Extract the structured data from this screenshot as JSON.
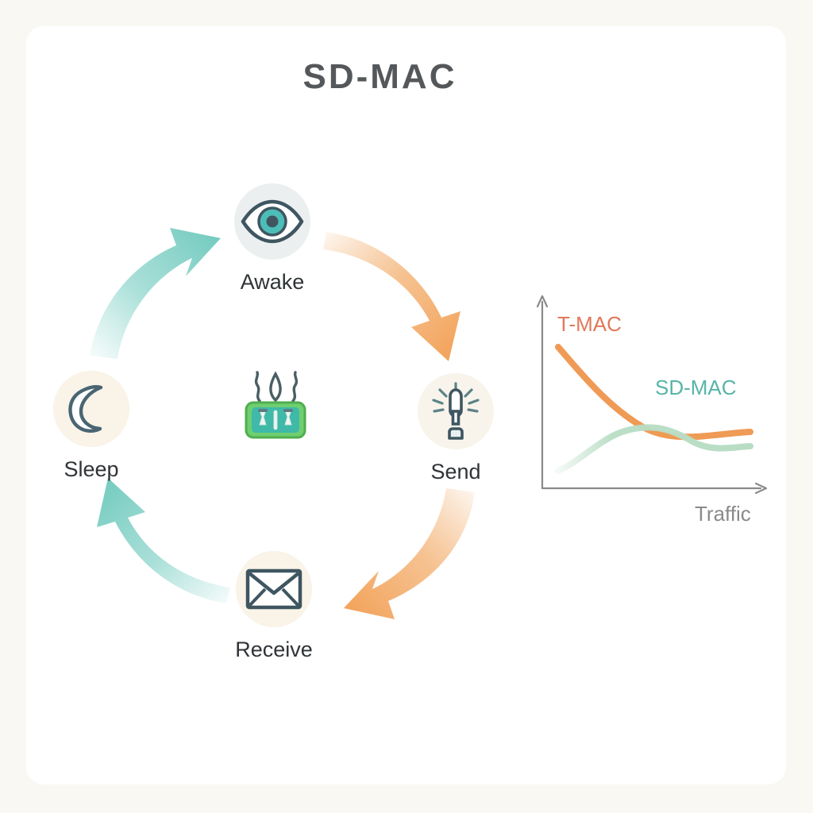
{
  "page": {
    "title": "SD-MAC",
    "background_color": "#faf8f3",
    "card_color": "#ffffff",
    "title_color": "#55585a"
  },
  "cycle": {
    "nodes": [
      {
        "id": "awake",
        "label": "Awake",
        "icon": "eye-icon",
        "disc_color": "#eceff0",
        "icon_color": "#3f5661",
        "accent_color": "#4dbdb8"
      },
      {
        "id": "send",
        "label": "Send",
        "icon": "transmitter-icon",
        "disc_color": "#f8f4ec",
        "icon_color": "#3f5661",
        "accent_color": "#6f9a9c"
      },
      {
        "id": "receive",
        "label": "Receive",
        "icon": "envelope-icon",
        "disc_color": "#f9f3e8",
        "icon_color": "#3f5661",
        "accent_color": "#3f5661"
      },
      {
        "id": "sleep",
        "label": "Sleep",
        "icon": "moon-icon",
        "disc_color": "#f9f3e8",
        "icon_color": "#4a6572",
        "accent_color": "#4a6572"
      }
    ],
    "arrows": [
      {
        "id": "awake-to-send",
        "from": "Awake",
        "to": "Send",
        "color": "#f0a55e"
      },
      {
        "id": "send-to-receive",
        "from": "Send",
        "to": "Receive",
        "color": "#f0a55e"
      },
      {
        "id": "receive-to-sleep",
        "from": "Receive",
        "to": "Sleep",
        "color": "#7fcec4"
      },
      {
        "id": "sleep-to-awake",
        "from": "Sleep",
        "to": "Awake",
        "color": "#7fcec4"
      }
    ],
    "center_icon": {
      "name": "sensor-node-icon",
      "body_color": "#6fcf6f",
      "inner_color": "#3fb9a8",
      "antenna_color": "#4a5f63"
    }
  },
  "chart_data": {
    "type": "line",
    "title": "",
    "xlabel": "Traffic",
    "ylabel": "",
    "grid": false,
    "legend": "inline-annotations",
    "xlim": [
      0,
      1
    ],
    "ylim": [
      0,
      1
    ],
    "series": [
      {
        "name": "T-MAC",
        "color": "#ef9a55",
        "label_color": "#e0795a",
        "x": [
          0.1,
          0.25,
          0.4,
          0.55,
          0.7,
          0.85,
          1.0
        ],
        "y": [
          0.82,
          0.66,
          0.5,
          0.38,
          0.31,
          0.28,
          0.27
        ]
      },
      {
        "name": "SD-MAC",
        "color": "#b8ddc4",
        "label_color": "#57b5a9",
        "x": [
          0.1,
          0.25,
          0.4,
          0.55,
          0.7,
          0.85,
          1.0
        ],
        "y": [
          0.06,
          0.18,
          0.25,
          0.26,
          0.24,
          0.21,
          0.2
        ]
      }
    ],
    "axes": {
      "x_axis_arrow": true,
      "y_axis_arrow": true,
      "axis_color": "#8a8a8a"
    },
    "annotations": [
      {
        "text": "T-MAC",
        "color": "#e0795a"
      },
      {
        "text": "SD-MAC",
        "color": "#57b5a9"
      },
      {
        "text": "Traffic",
        "color": "#8a8a8a"
      }
    ]
  }
}
